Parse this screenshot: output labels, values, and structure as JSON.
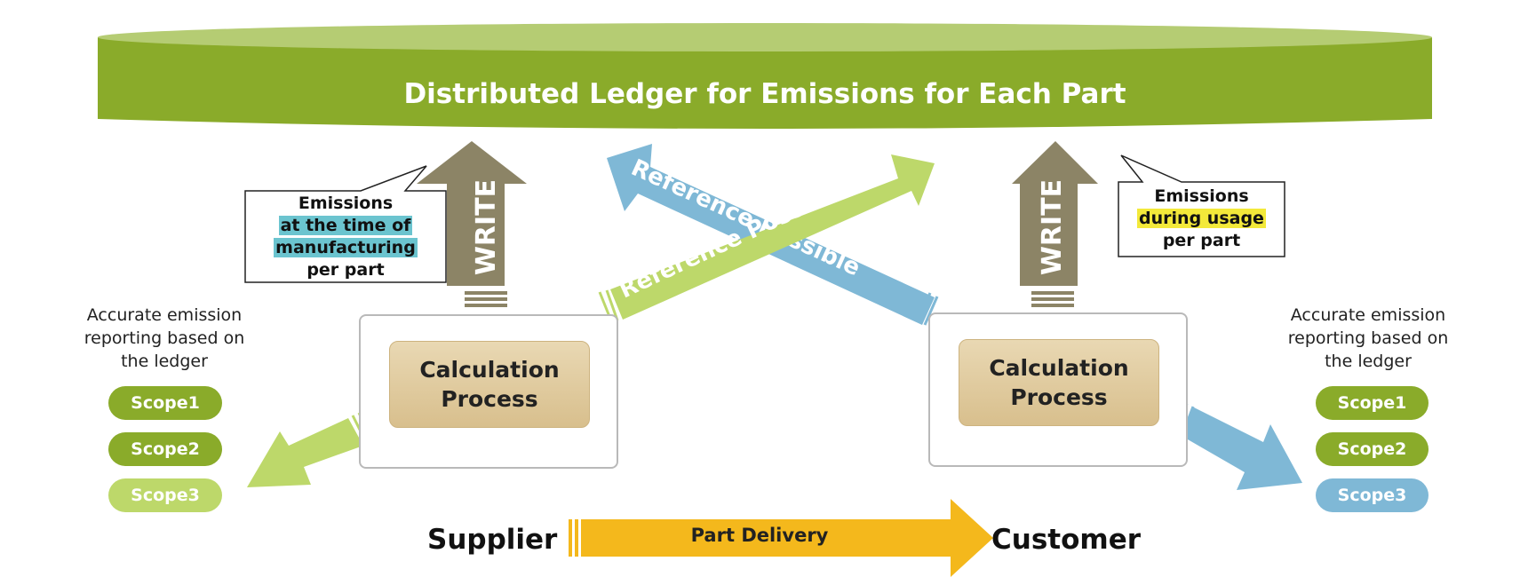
{
  "ledger": {
    "title": "Distributed Ledger for Emissions for Each Part"
  },
  "arrows": {
    "write_left": "WRITE",
    "write_right": "WRITE",
    "reference_blue": "Reference Possible",
    "reference_green": "Reference Possible",
    "delivery": "Part Delivery"
  },
  "callout_left": {
    "line1": "Emissions",
    "line2": "at the time of",
    "line3": "manufacturing",
    "line4": "per part"
  },
  "callout_right": {
    "line1": "Emissions",
    "line2": "during usage",
    "line3": "per part"
  },
  "reporting_left": {
    "line1": "Accurate emission",
    "line2": "reporting based on",
    "line3": "the ledger"
  },
  "reporting_right": {
    "line1": "Accurate emission",
    "line2": "reporting based on",
    "line3": "the ledger"
  },
  "scopes_left": [
    "Scope1",
    "Scope2",
    "Scope3"
  ],
  "scopes_right": [
    "Scope1",
    "Scope2",
    "Scope3"
  ],
  "calc_left": {
    "line1": "Calculation",
    "line2": "Process"
  },
  "calc_right": {
    "line1": "Calculation",
    "line2": "Process"
  },
  "supplier": "Supplier",
  "customer": "Customer",
  "colors": {
    "ledger_green": "#8aab2a",
    "ledger_top": "#b5cc73",
    "light_green": "#bdd86a",
    "blue": "#7fb8d6",
    "brown": "#8c8466",
    "orange": "#f4b81c",
    "scope_dark": "#8aab2a",
    "scope_light_green": "#bdd86a",
    "scope_light_blue": "#7fb8d6"
  }
}
